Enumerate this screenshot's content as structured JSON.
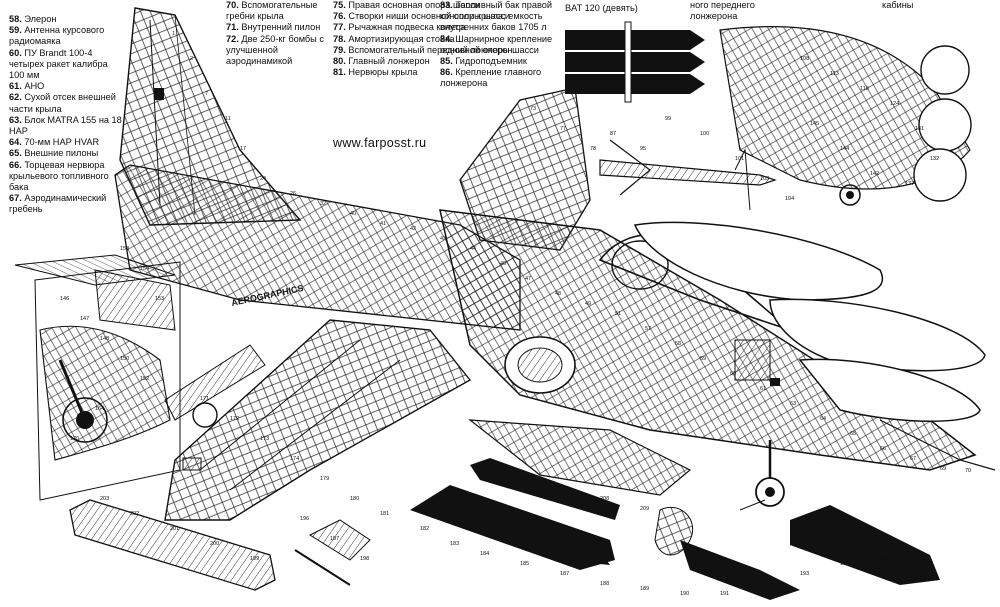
{
  "legend_col1": [
    {
      "num": "58.",
      "text": "Элерон"
    },
    {
      "num": "59.",
      "text": "Антенна курсового радиомаяка"
    },
    {
      "num": "60.",
      "text": "ПУ Brandt 100-4 четырех ракет калибра 100 мм"
    },
    {
      "num": "61.",
      "text": "АНО"
    },
    {
      "num": "62.",
      "text": "Сухой отсек внешней части крыла"
    },
    {
      "num": "63.",
      "text": "Блок MATRA 155 на 18 НАР"
    },
    {
      "num": "64.",
      "text": "70-мм НАР HVAR"
    },
    {
      "num": "65.",
      "text": "Внешние пилоны"
    },
    {
      "num": "66.",
      "text": "Торцевая нервюра крыльевого топливного бака"
    },
    {
      "num": "67.",
      "text": "Аэродинамический гребень"
    }
  ],
  "legend_col2": [
    {
      "num": "70.",
      "text": "Вспомогательные гребни крыла"
    },
    {
      "num": "71.",
      "text": "Внутренний пилон"
    },
    {
      "num": "72.",
      "text": "Две 250-кг бомбы с улучшенной аэродинамикой"
    }
  ],
  "legend_col3": [
    {
      "num": "75.",
      "text": "Правая основная опора шасси"
    },
    {
      "num": "76.",
      "text": "Створки ниши основной опоры шасси"
    },
    {
      "num": "77.",
      "text": "Рычажная подвеска колеса"
    },
    {
      "num": "78.",
      "text": "Амортизирующая стойка"
    },
    {
      "num": "79.",
      "text": "Вспомогательный передний лонжерон"
    },
    {
      "num": "80.",
      "text": "Главный лонжерон"
    },
    {
      "num": "81.",
      "text": "Нервюры крыла"
    }
  ],
  "legend_col4": [
    {
      "num": "83.",
      "text": "Топливный бак правой консоли крыла; емкость внутренних баков 1705 л"
    },
    {
      "num": "84.",
      "text": "Шарнирное крепление основной опоры шасси"
    },
    {
      "num": "85.",
      "text": "Гидроподъемник"
    },
    {
      "num": "86.",
      "text": "Крепление главного лонжерона"
    }
  ],
  "caption_bombs": "BAT 120 (девять)",
  "caption_spar": "ного переднего лонжерона",
  "caption_cabin": "кабины",
  "watermark": "www.farposst.ru",
  "fuselage_stencil": "AEROGRAPHICS",
  "callouts": [
    "1",
    "2",
    "7",
    "11",
    "17",
    "24",
    "26",
    "32",
    "40",
    "41",
    "42",
    "43",
    "44",
    "46",
    "47",
    "48",
    "49",
    "51",
    "57",
    "58",
    "59",
    "60",
    "61",
    "63",
    "64",
    "65",
    "66",
    "67",
    "69",
    "70",
    "73",
    "77",
    "78",
    "87",
    "95",
    "99",
    "100",
    "101",
    "103",
    "104",
    "108",
    "113",
    "118",
    "124",
    "131",
    "132",
    "137",
    "142",
    "144",
    "145",
    "146",
    "147",
    "148",
    "150",
    "152",
    "153",
    "154",
    "158",
    "164",
    "170",
    "171",
    "172",
    "173",
    "174",
    "179",
    "180",
    "181",
    "182",
    "183",
    "184",
    "185",
    "187",
    "188",
    "189",
    "190",
    "191",
    "192",
    "193",
    "194",
    "195",
    "196",
    "197",
    "198",
    "199",
    "200",
    "201",
    "202",
    "203",
    "204",
    "205",
    "206",
    "208",
    "209"
  ]
}
